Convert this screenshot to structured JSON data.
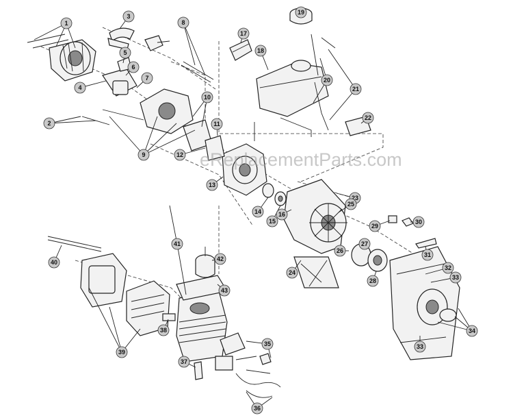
{
  "watermark": "eReplacementParts.com",
  "callouts": [
    {
      "label": "1"
    },
    {
      "label": "2"
    },
    {
      "label": "3"
    },
    {
      "label": "4"
    },
    {
      "label": "5"
    },
    {
      "label": "6"
    },
    {
      "label": "7"
    },
    {
      "label": "8"
    },
    {
      "label": "9"
    },
    {
      "label": "10"
    },
    {
      "label": "11"
    },
    {
      "label": "12"
    },
    {
      "label": "13"
    },
    {
      "label": "14"
    },
    {
      "label": "15"
    },
    {
      "label": "16"
    },
    {
      "label": "17"
    },
    {
      "label": "18"
    },
    {
      "label": "19"
    },
    {
      "label": "20"
    },
    {
      "label": "21"
    },
    {
      "label": "22"
    },
    {
      "label": "23"
    },
    {
      "label": "24"
    },
    {
      "label": "25"
    },
    {
      "label": "26"
    },
    {
      "label": "27"
    },
    {
      "label": "28"
    },
    {
      "label": "29"
    },
    {
      "label": "30"
    },
    {
      "label": "31"
    },
    {
      "label": "32"
    },
    {
      "label": "33"
    },
    {
      "label": "33"
    },
    {
      "label": "34"
    },
    {
      "label": "35"
    },
    {
      "label": "36"
    },
    {
      "label": "37"
    },
    {
      "label": "38"
    },
    {
      "label": "39"
    },
    {
      "label": "40"
    },
    {
      "label": "41"
    },
    {
      "label": "42"
    },
    {
      "label": "43"
    }
  ]
}
